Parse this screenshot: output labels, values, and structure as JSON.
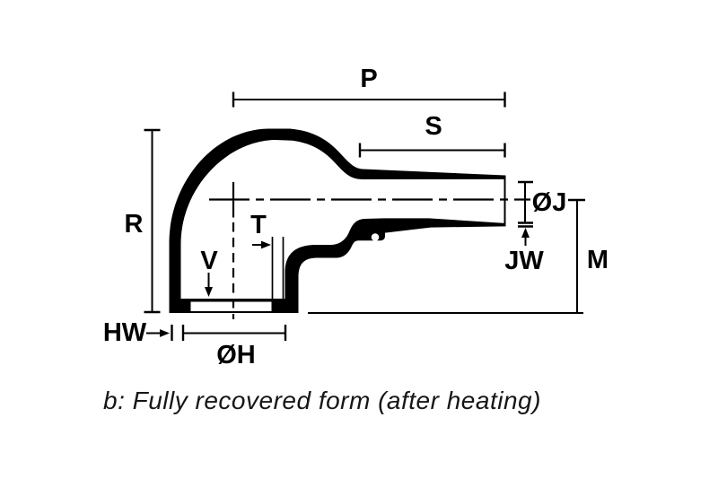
{
  "diagram": {
    "title": "Heat-shrink right-angle boot dimensional drawing",
    "caption": "b: Fully recovered form (after heating)",
    "background_color": "#ffffff",
    "line_color": "#000000",
    "labels": {
      "P": "P",
      "S": "S",
      "R": "R",
      "T": "T",
      "V": "V",
      "HW": "HW",
      "OH": "ØH",
      "OJ": "ØJ",
      "JW": "JW",
      "M": "M"
    }
  }
}
